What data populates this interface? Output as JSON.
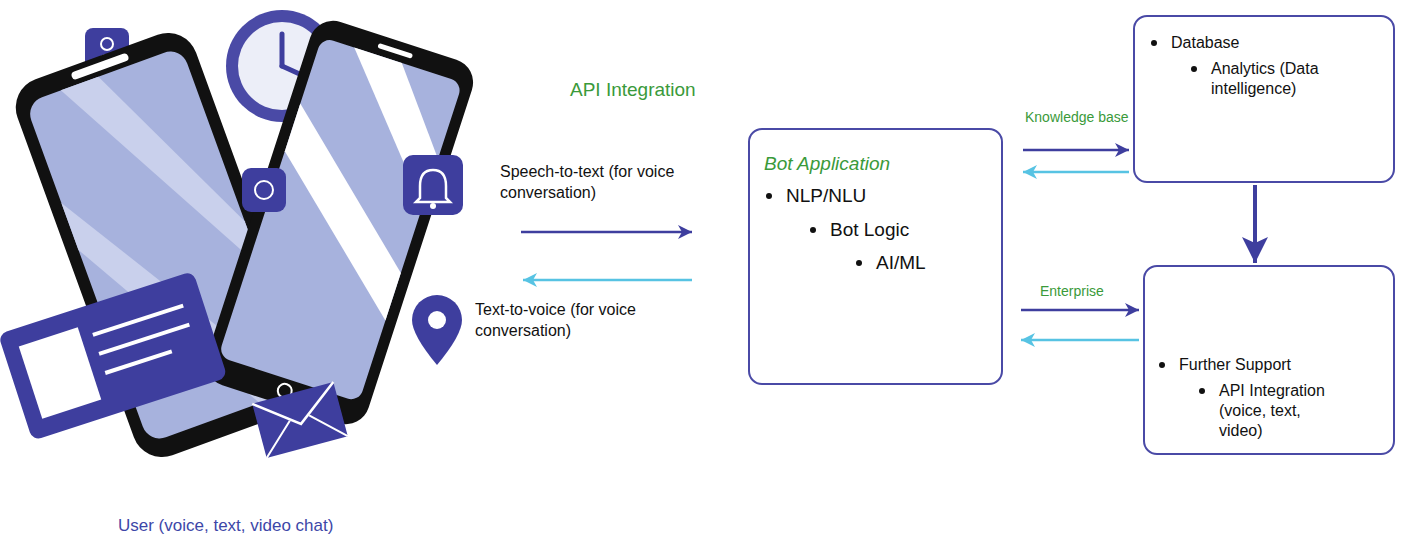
{
  "diagram": {
    "nodes": [
      {
        "text": [
          "User (voice, text, video chat)"
        ]
      },
      {
        "text": [
          "Bot Application",
          "NLP/NLU",
          "Bot Logic",
          "AI/ML"
        ]
      },
      {
        "text": [
          "Database",
          "Analytics (Data intelligence)"
        ]
      },
      {
        "text": [
          "Further Support",
          "API Integration (voice, text, video)"
        ]
      }
    ],
    "edges": [
      {
        "from": 0,
        "to": 1,
        "arrow": "to",
        "label": "Speech-to-text (for voice conversation)"
      },
      {
        "from": 1,
        "to": 0,
        "arrow": "to",
        "label": "Text-to-voice (for voice conversation)"
      },
      {
        "from": 1,
        "to": 2,
        "arrow": "to",
        "label": "Knowledge base"
      },
      {
        "from": 2,
        "to": 1,
        "arrow": "to"
      },
      {
        "from": 1,
        "to": 3,
        "arrow": "to",
        "label": "Enterprise"
      },
      {
        "from": 3,
        "to": 1,
        "arrow": "to"
      },
      {
        "from": 2,
        "to": 3,
        "arrow": "to"
      }
    ],
    "labels": [
      "API Integration"
    ]
  }
}
